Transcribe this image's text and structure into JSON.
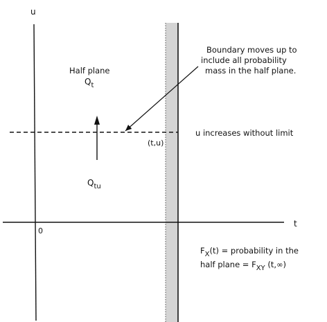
{
  "axes": {
    "vertical_label": "u",
    "horizontal_label": "t",
    "origin_label": "0"
  },
  "labels": {
    "half_plane_title": "Half plane",
    "q_t_main": "Q",
    "q_t_sub": "t",
    "q_tu_main": "Q",
    "q_tu_sub": "tu",
    "point_label": "(t,u)",
    "boundary_note": [
      "Boundary moves up to",
      "include all probability",
      "mass in the half plane."
    ],
    "u_increases": "u increases without limit",
    "formula_line1": {
      "f": "F",
      "sub": "X",
      "rest": "(t) = probability in the"
    },
    "formula_line2": {
      "prefix": "half plane = F",
      "sub": "XY",
      "rest": " (t,∞)"
    }
  },
  "colors": {
    "ink": "#111111",
    "band_fill": "#d4d4d4"
  }
}
